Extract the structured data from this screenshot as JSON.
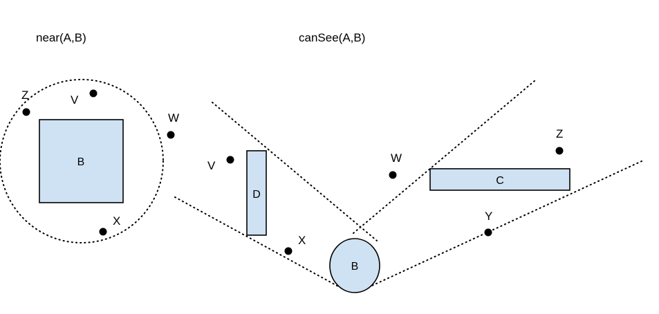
{
  "colors": {
    "shape_fill": "#cfe2f3",
    "stroke": "#000000",
    "background": "#ffffff"
  },
  "near": {
    "title": "near(A,B)",
    "object_label": "B",
    "points": {
      "z": "Z",
      "v": "V",
      "w": "W",
      "x": "X"
    }
  },
  "cansee": {
    "title": "canSee(A,B)",
    "observer_label": "B",
    "occluder_d_label": "D",
    "occluder_c_label": "C",
    "points": {
      "v": "V",
      "x": "X",
      "w": "W",
      "z": "Z",
      "y": "Y"
    }
  }
}
